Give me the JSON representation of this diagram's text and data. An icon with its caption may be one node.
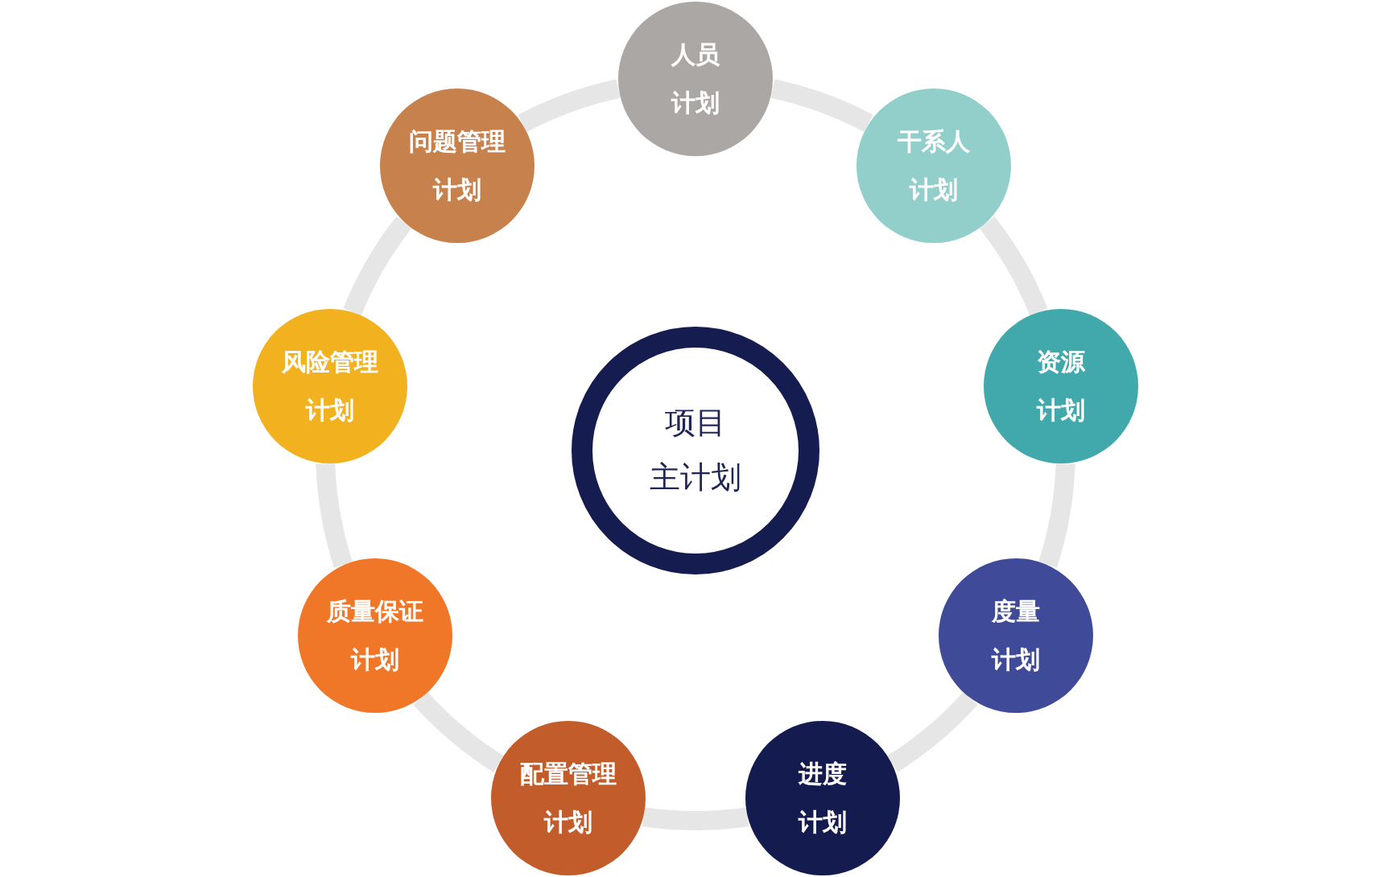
{
  "diagram": {
    "nodes": [
      {
        "text": [
          "人员",
          "计划"
        ]
      },
      {
        "text": [
          "干系人",
          "计划"
        ]
      },
      {
        "text": [
          "资源",
          "计划"
        ]
      },
      {
        "text": [
          "度量",
          "计划"
        ]
      },
      {
        "text": [
          "进度",
          "计划"
        ]
      },
      {
        "text": [
          "配置管理",
          "计划"
        ]
      },
      {
        "text": [
          "质量保证",
          "计划"
        ]
      },
      {
        "text": [
          "风险管理",
          "计划"
        ]
      },
      {
        "text": [
          "问题管理",
          "计划"
        ]
      },
      {
        "text": [
          "项目",
          "主计划"
        ]
      }
    ],
    "edges": [
      {
        "from": 0,
        "to": 1,
        "arrow": "none"
      },
      {
        "from": 1,
        "to": 2,
        "arrow": "none"
      },
      {
        "from": 2,
        "to": 3,
        "arrow": "none"
      },
      {
        "from": 3,
        "to": 4,
        "arrow": "none"
      },
      {
        "from": 4,
        "to": 5,
        "arrow": "none"
      },
      {
        "from": 5,
        "to": 6,
        "arrow": "none"
      },
      {
        "from": 6,
        "to": 7,
        "arrow": "none"
      },
      {
        "from": 7,
        "to": 8,
        "arrow": "none"
      },
      {
        "from": 8,
        "to": 0,
        "arrow": "none"
      }
    ]
  }
}
